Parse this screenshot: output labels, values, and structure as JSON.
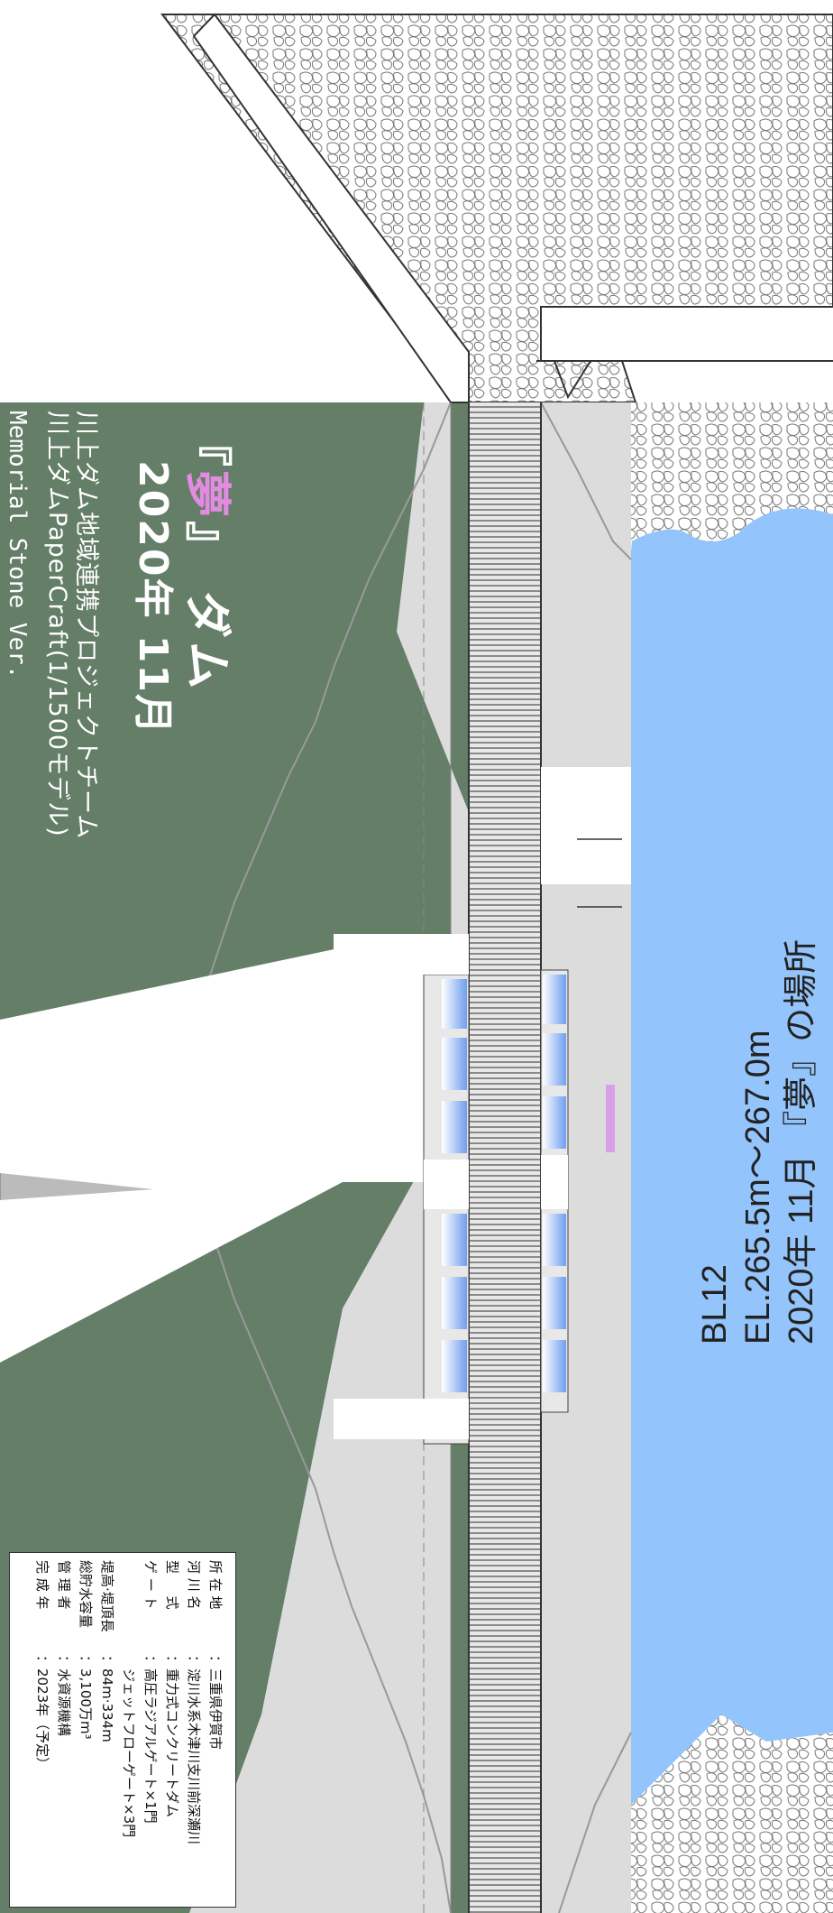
{
  "title": {
    "quote_open": "『",
    "highlight": "夢",
    "quote_close": "』",
    "rest": " ダム"
  },
  "date": "2020年 11月",
  "team_line": "川上ダム地域連携プロジェクトチーム",
  "papercraft_line": "川上ダムPaperCraft(1/1500モデル)",
  "memorial_line": "Memorial Stone Ver.",
  "location_label": {
    "block": "BL12",
    "elevation": "EL.265.5m〜267.0m",
    "caption": "2020年 11月 『夢』の場所"
  },
  "specs": [
    {
      "label": "所 在 地",
      "value": "三重県伊賀市"
    },
    {
      "label": "河 川 名",
      "value": "淀川水系木津川支川前深瀬川"
    },
    {
      "label": "型 　 式",
      "value": "重力式コンクリートダム"
    },
    {
      "label": "ゲ ー ト",
      "value": "高圧ラジアルゲート×1門"
    },
    {
      "label": "",
      "value": "ジェットフローゲート×3門"
    },
    {
      "label": "堤高·堤頂長",
      "value": "84m·334m"
    },
    {
      "label": "総貯水容量",
      "value": "3,100万m³"
    },
    {
      "label": "管 理 者",
      "value": "水資源機構"
    },
    {
      "label": "完 成 年",
      "value": "2023年（予定）"
    }
  ],
  "colors": {
    "water": "#93c4fb",
    "land": "#647e68",
    "dam_gray": "#dcdcdc",
    "highlight": "#e38be0"
  }
}
